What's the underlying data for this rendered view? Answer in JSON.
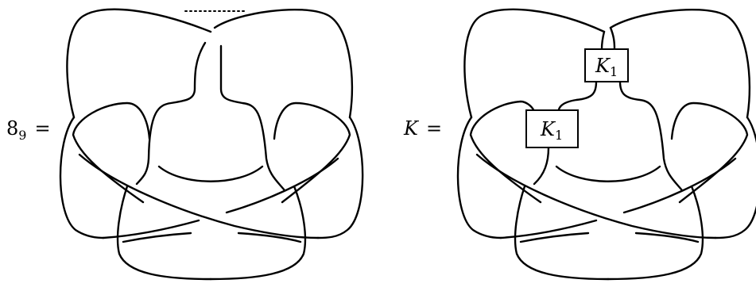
{
  "left_figure": {
    "label_main": "8",
    "label_sub": "9",
    "equals": "="
  },
  "right_figure": {
    "label": "K",
    "equals": "=",
    "box_top": {
      "letter": "K",
      "sub": "1"
    },
    "box_left": {
      "letter": "K",
      "sub": "1"
    }
  }
}
